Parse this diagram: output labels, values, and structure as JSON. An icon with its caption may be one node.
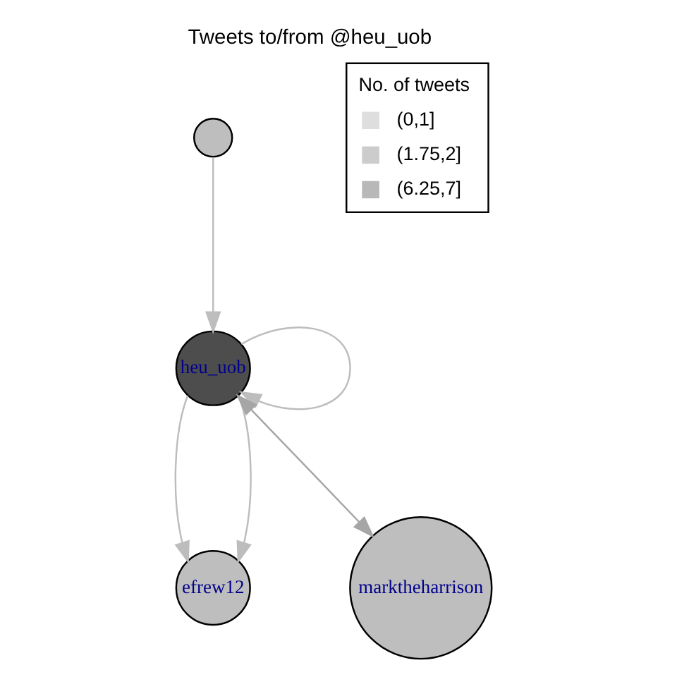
{
  "diagram": {
    "title": "Tweets to/from @heu_uob",
    "nodes": [
      {
        "text": [],
        "shape": "circle"
      },
      {
        "text": [
          "efrew12"
        ]
      },
      {
        "text": [
          "heu_uob"
        ]
      },
      {
        "text": [
          "marktheharrison"
        ]
      }
    ],
    "edges": [
      {
        "from": 0,
        "to": 2,
        "arrow": "to"
      },
      {
        "from": 2,
        "to": 1,
        "arrow": "to"
      },
      {
        "from": 2,
        "to": 1,
        "arrow": "to"
      },
      {
        "from": 2,
        "to": 2,
        "arrow": "to"
      },
      {
        "from": 2,
        "to": 3,
        "arrow": "both",
        "color": "#a6a6a6"
      }
    ],
    "labels": [
      "No. of tweets"
    ],
    "legend": [
      {
        "text": "(0,1]",
        "color": "#dedede"
      },
      {
        "text": "(1.75,2]",
        "color": "#cccccc"
      },
      {
        "text": "(6.25,7]",
        "color": "#b8b8b8"
      }
    ]
  }
}
